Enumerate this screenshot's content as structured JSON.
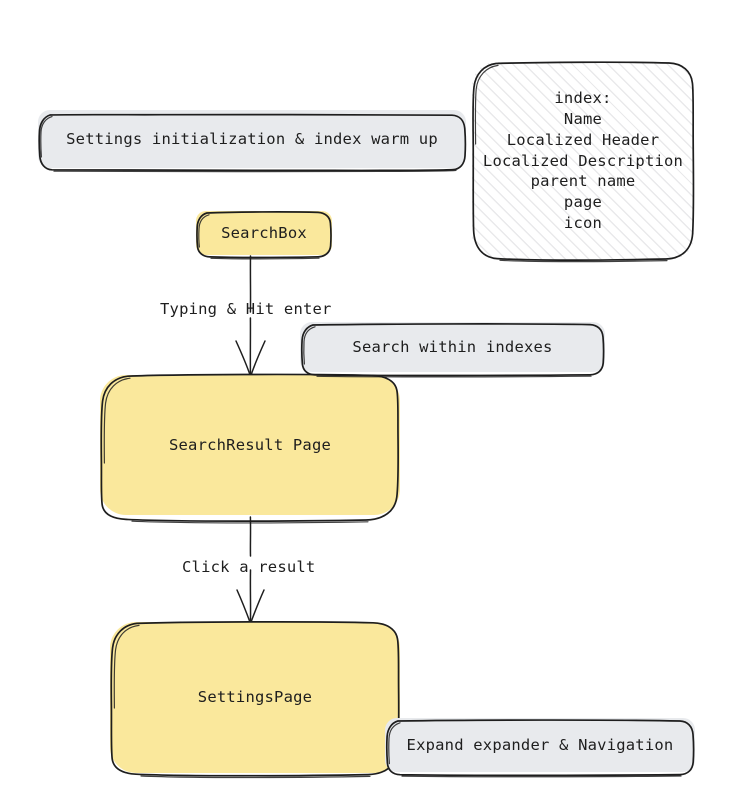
{
  "diagram": {
    "type": "flowchart",
    "title": "Settings search flow",
    "style": "hand-drawn sketch",
    "colors": {
      "node_fill_yellow": "#fae89c",
      "note_fill_gray": "#e8eaed",
      "hatched_fill": "#ffffff",
      "stroke": "#1e1e1e",
      "text": "#1e1e1e",
      "background": "#ffffff"
    }
  },
  "nodes": {
    "settings_init": {
      "label": "Settings initialization & index warm up",
      "shape": "rounded-rectangle",
      "fill": "gray"
    },
    "index": {
      "label": "index:\nName\nLocalized Header\nLocalized Description\nparent name\npage\nicon",
      "lines": [
        "index:",
        "Name",
        "Localized Header",
        "Localized Description",
        "parent name",
        "page",
        "icon"
      ],
      "shape": "rounded-rectangle",
      "fill": "hatched"
    },
    "searchbox": {
      "label": "SearchBox",
      "shape": "rounded-rectangle",
      "fill": "yellow"
    },
    "search_within": {
      "label": "Search within indexes",
      "shape": "rounded-rectangle",
      "fill": "gray"
    },
    "searchresult": {
      "label": "SearchResult Page",
      "shape": "rounded-rectangle",
      "fill": "yellow"
    },
    "settingspage": {
      "label": "SettingsPage",
      "shape": "rounded-rectangle",
      "fill": "yellow"
    },
    "expand_expander": {
      "label": "Expand expander & Navigation",
      "shape": "rounded-rectangle",
      "fill": "gray"
    }
  },
  "edges": [
    {
      "from": "searchbox",
      "to": "searchresult",
      "label": "Typing & Hit enter",
      "direction": "down",
      "arrowhead": "open-v"
    },
    {
      "from": "searchresult",
      "to": "settingspage",
      "label": "Click a result",
      "direction": "down",
      "arrowhead": "open-v"
    }
  ]
}
